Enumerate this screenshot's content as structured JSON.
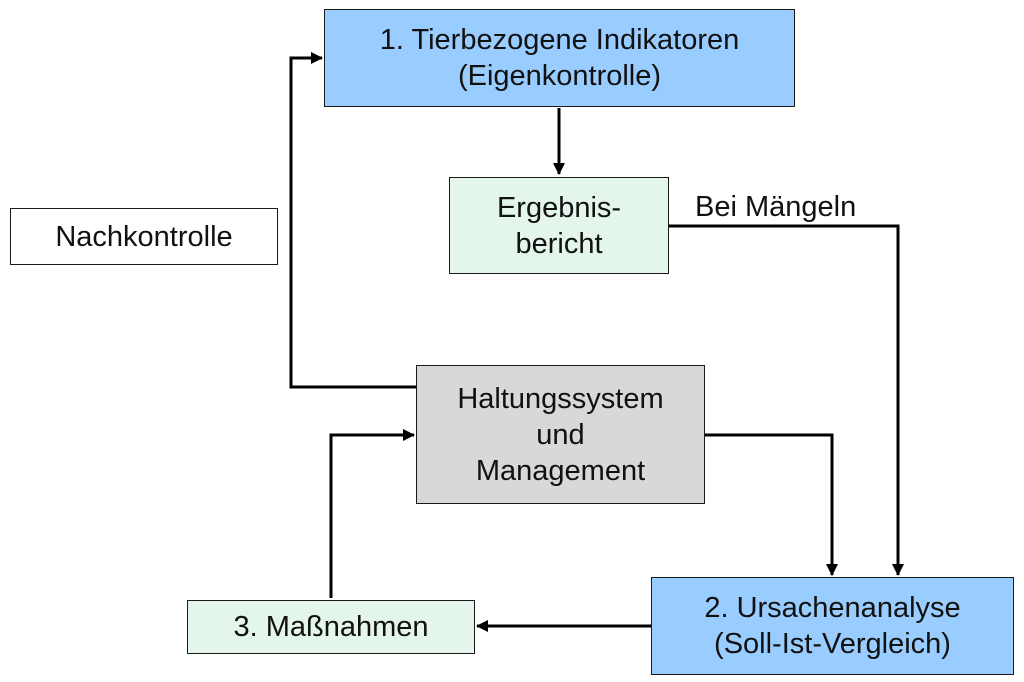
{
  "colors": {
    "indicator_box": "#99ccff",
    "analysis_box": "#99ccff",
    "report_box": "#e4f6ec",
    "measures_box": "#e4f6ec",
    "system_box": "#d9d7d7",
    "arrow": "#000000"
  },
  "nodes": {
    "indicators": {
      "line1": "1. Tierbezogene Indikatoren",
      "line2": "(Eigenkontrolle)"
    },
    "report": {
      "line1": "Ergebnis-",
      "line2": "bericht"
    },
    "system": {
      "line1": "Haltungssystem",
      "line2": "und",
      "line3": "Management"
    },
    "analysis": {
      "line1": "2. Ursachenanalyse",
      "line2": "(Soll-Ist-Vergleich)"
    },
    "measures": {
      "line1": "3. Maßnahmen"
    },
    "follow_up": {
      "line1": "Nachkontrolle"
    }
  },
  "edge_labels": {
    "deficiencies": "Bei Mängeln"
  }
}
